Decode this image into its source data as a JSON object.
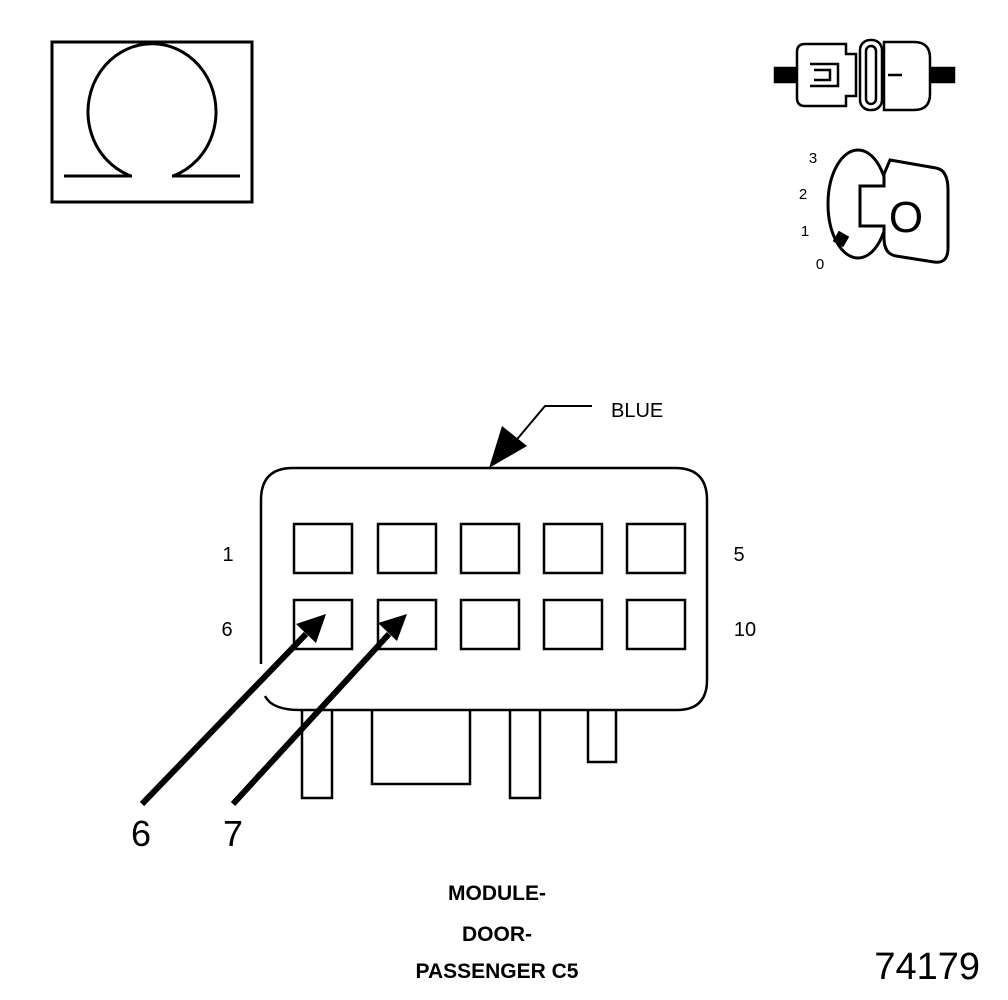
{
  "color_label": "BLUE",
  "pin_labels": {
    "top_left": "1",
    "top_right": "5",
    "bottom_left": "6",
    "bottom_right": "10"
  },
  "callouts": [
    "6",
    "7"
  ],
  "key_positions": [
    "3",
    "2",
    "1",
    "0"
  ],
  "key_icon_letter": "O",
  "title_lines": [
    "MODULE-",
    "DOOR-",
    "PASSENGER C5"
  ],
  "figure_number": "74179",
  "icons": [
    "ohm-symbol-icon",
    "connector-pair-icon",
    "ignition-key-icon"
  ],
  "colors": {
    "ink": "#000000",
    "paper": "#ffffff"
  }
}
